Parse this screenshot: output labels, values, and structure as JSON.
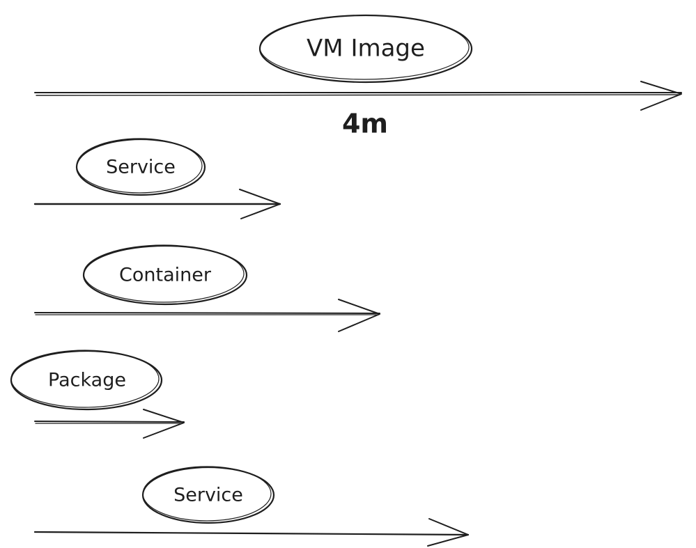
{
  "diagram": {
    "stroke_color": "#1e1e1e",
    "background": "#ffffff",
    "top": {
      "label": "VM Image",
      "duration_label": "4m"
    },
    "rows": [
      {
        "label": "Service"
      },
      {
        "label": "Container"
      },
      {
        "label": "Package"
      },
      {
        "label": "Service"
      }
    ]
  }
}
